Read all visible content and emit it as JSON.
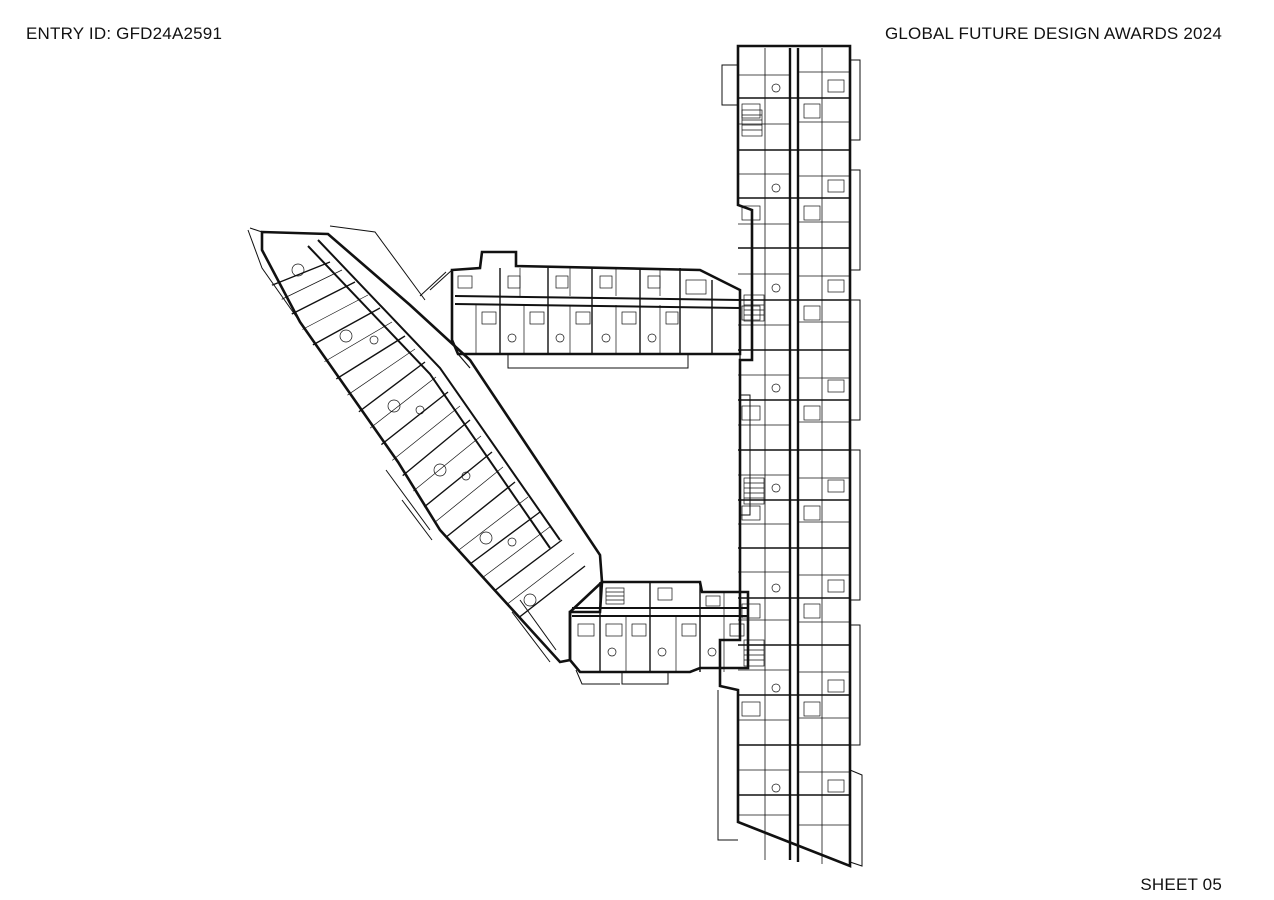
{
  "header": {
    "entry_id": "ENTRY ID: GFD24A2591",
    "award": "GLOBAL FUTURE DESIGN AWARDS 2024"
  },
  "footer": {
    "sheet": "SHEET 05"
  },
  "colors": {
    "ink": "#111111",
    "background": "#ffffff"
  }
}
